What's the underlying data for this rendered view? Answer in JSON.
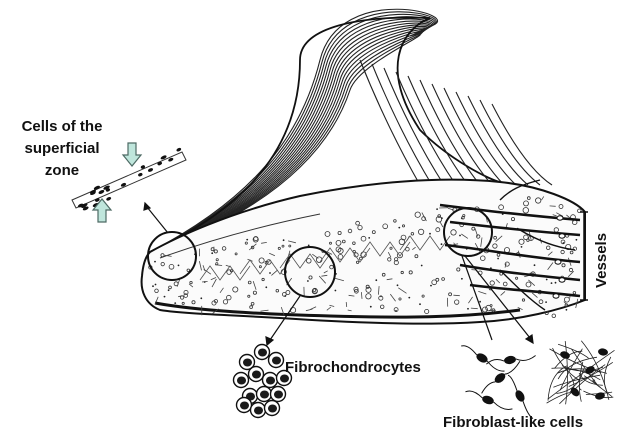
{
  "labels": {
    "superficial_line1": "Cells of the",
    "superficial_line2": "superficial",
    "superficial_line3": "zone",
    "fibrochondrocytes": "Fibrochondrocytes",
    "fibroblast_like": "Fibroblast-like cells",
    "vessels": "Vessels"
  },
  "colors": {
    "ink": "#111111",
    "arrow_fill": "#bfe6dc",
    "arrow_stroke": "#4d6a64",
    "background": "#ffffff"
  }
}
